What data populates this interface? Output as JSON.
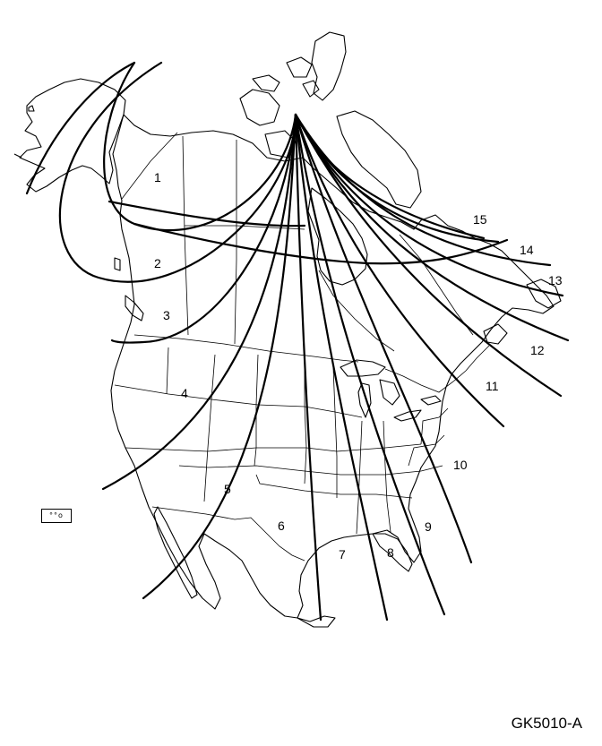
{
  "figure": {
    "code": "GK5010-A",
    "legend_symbol": "°°o",
    "zones": [
      {
        "label": "1"
      },
      {
        "label": "2"
      },
      {
        "label": "3"
      },
      {
        "label": "4"
      },
      {
        "label": "5"
      },
      {
        "label": "6"
      },
      {
        "label": "7"
      },
      {
        "label": "8"
      },
      {
        "label": "9"
      },
      {
        "label": "10"
      },
      {
        "label": "11"
      },
      {
        "label": "12"
      },
      {
        "label": "13"
      },
      {
        "label": "14"
      },
      {
        "label": "15"
      }
    ]
  },
  "colors": {
    "line": "#000000",
    "background": "#ffffff"
  }
}
